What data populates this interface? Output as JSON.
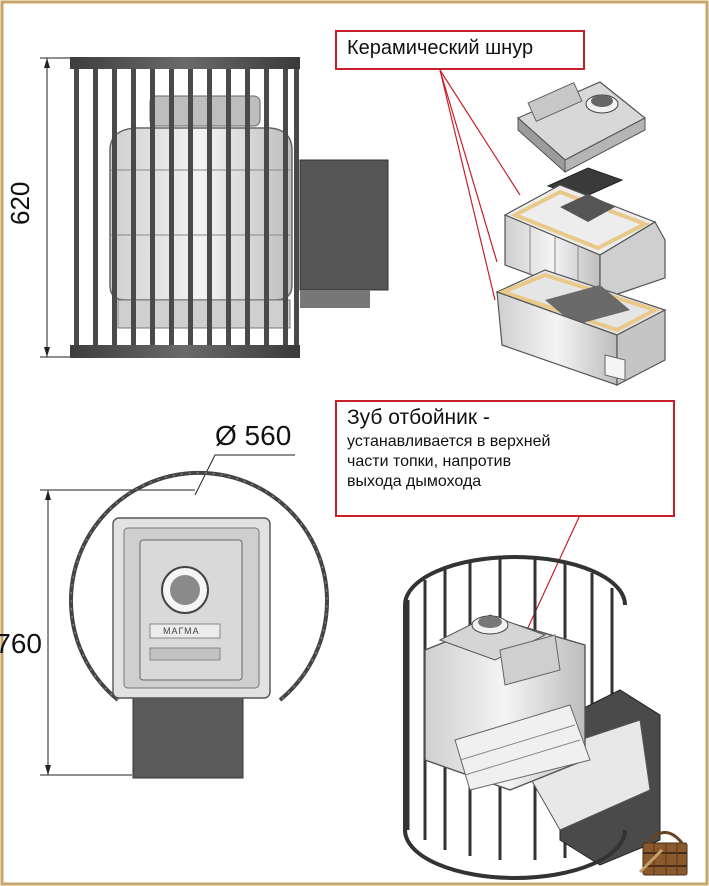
{
  "dimensions": {
    "height_side": "620",
    "diameter_top": "Ø 560",
    "depth_top": "760"
  },
  "callouts": {
    "ceramic_cord": "Керамический шнур",
    "tooth_title": "Зуб отбойник -",
    "tooth_line1": "устанавливается в верхней",
    "tooth_line2": "части топки, напротив",
    "tooth_line3": "выхода дымохода"
  },
  "logo_text": "МАГМА",
  "colors": {
    "border": "#c8a66a",
    "callout": "#c7202a",
    "metal_dark": "#555555",
    "metal_mid": "#9a9a9a",
    "metal_light": "#e6e6e6",
    "cord": "#e8c98a"
  }
}
